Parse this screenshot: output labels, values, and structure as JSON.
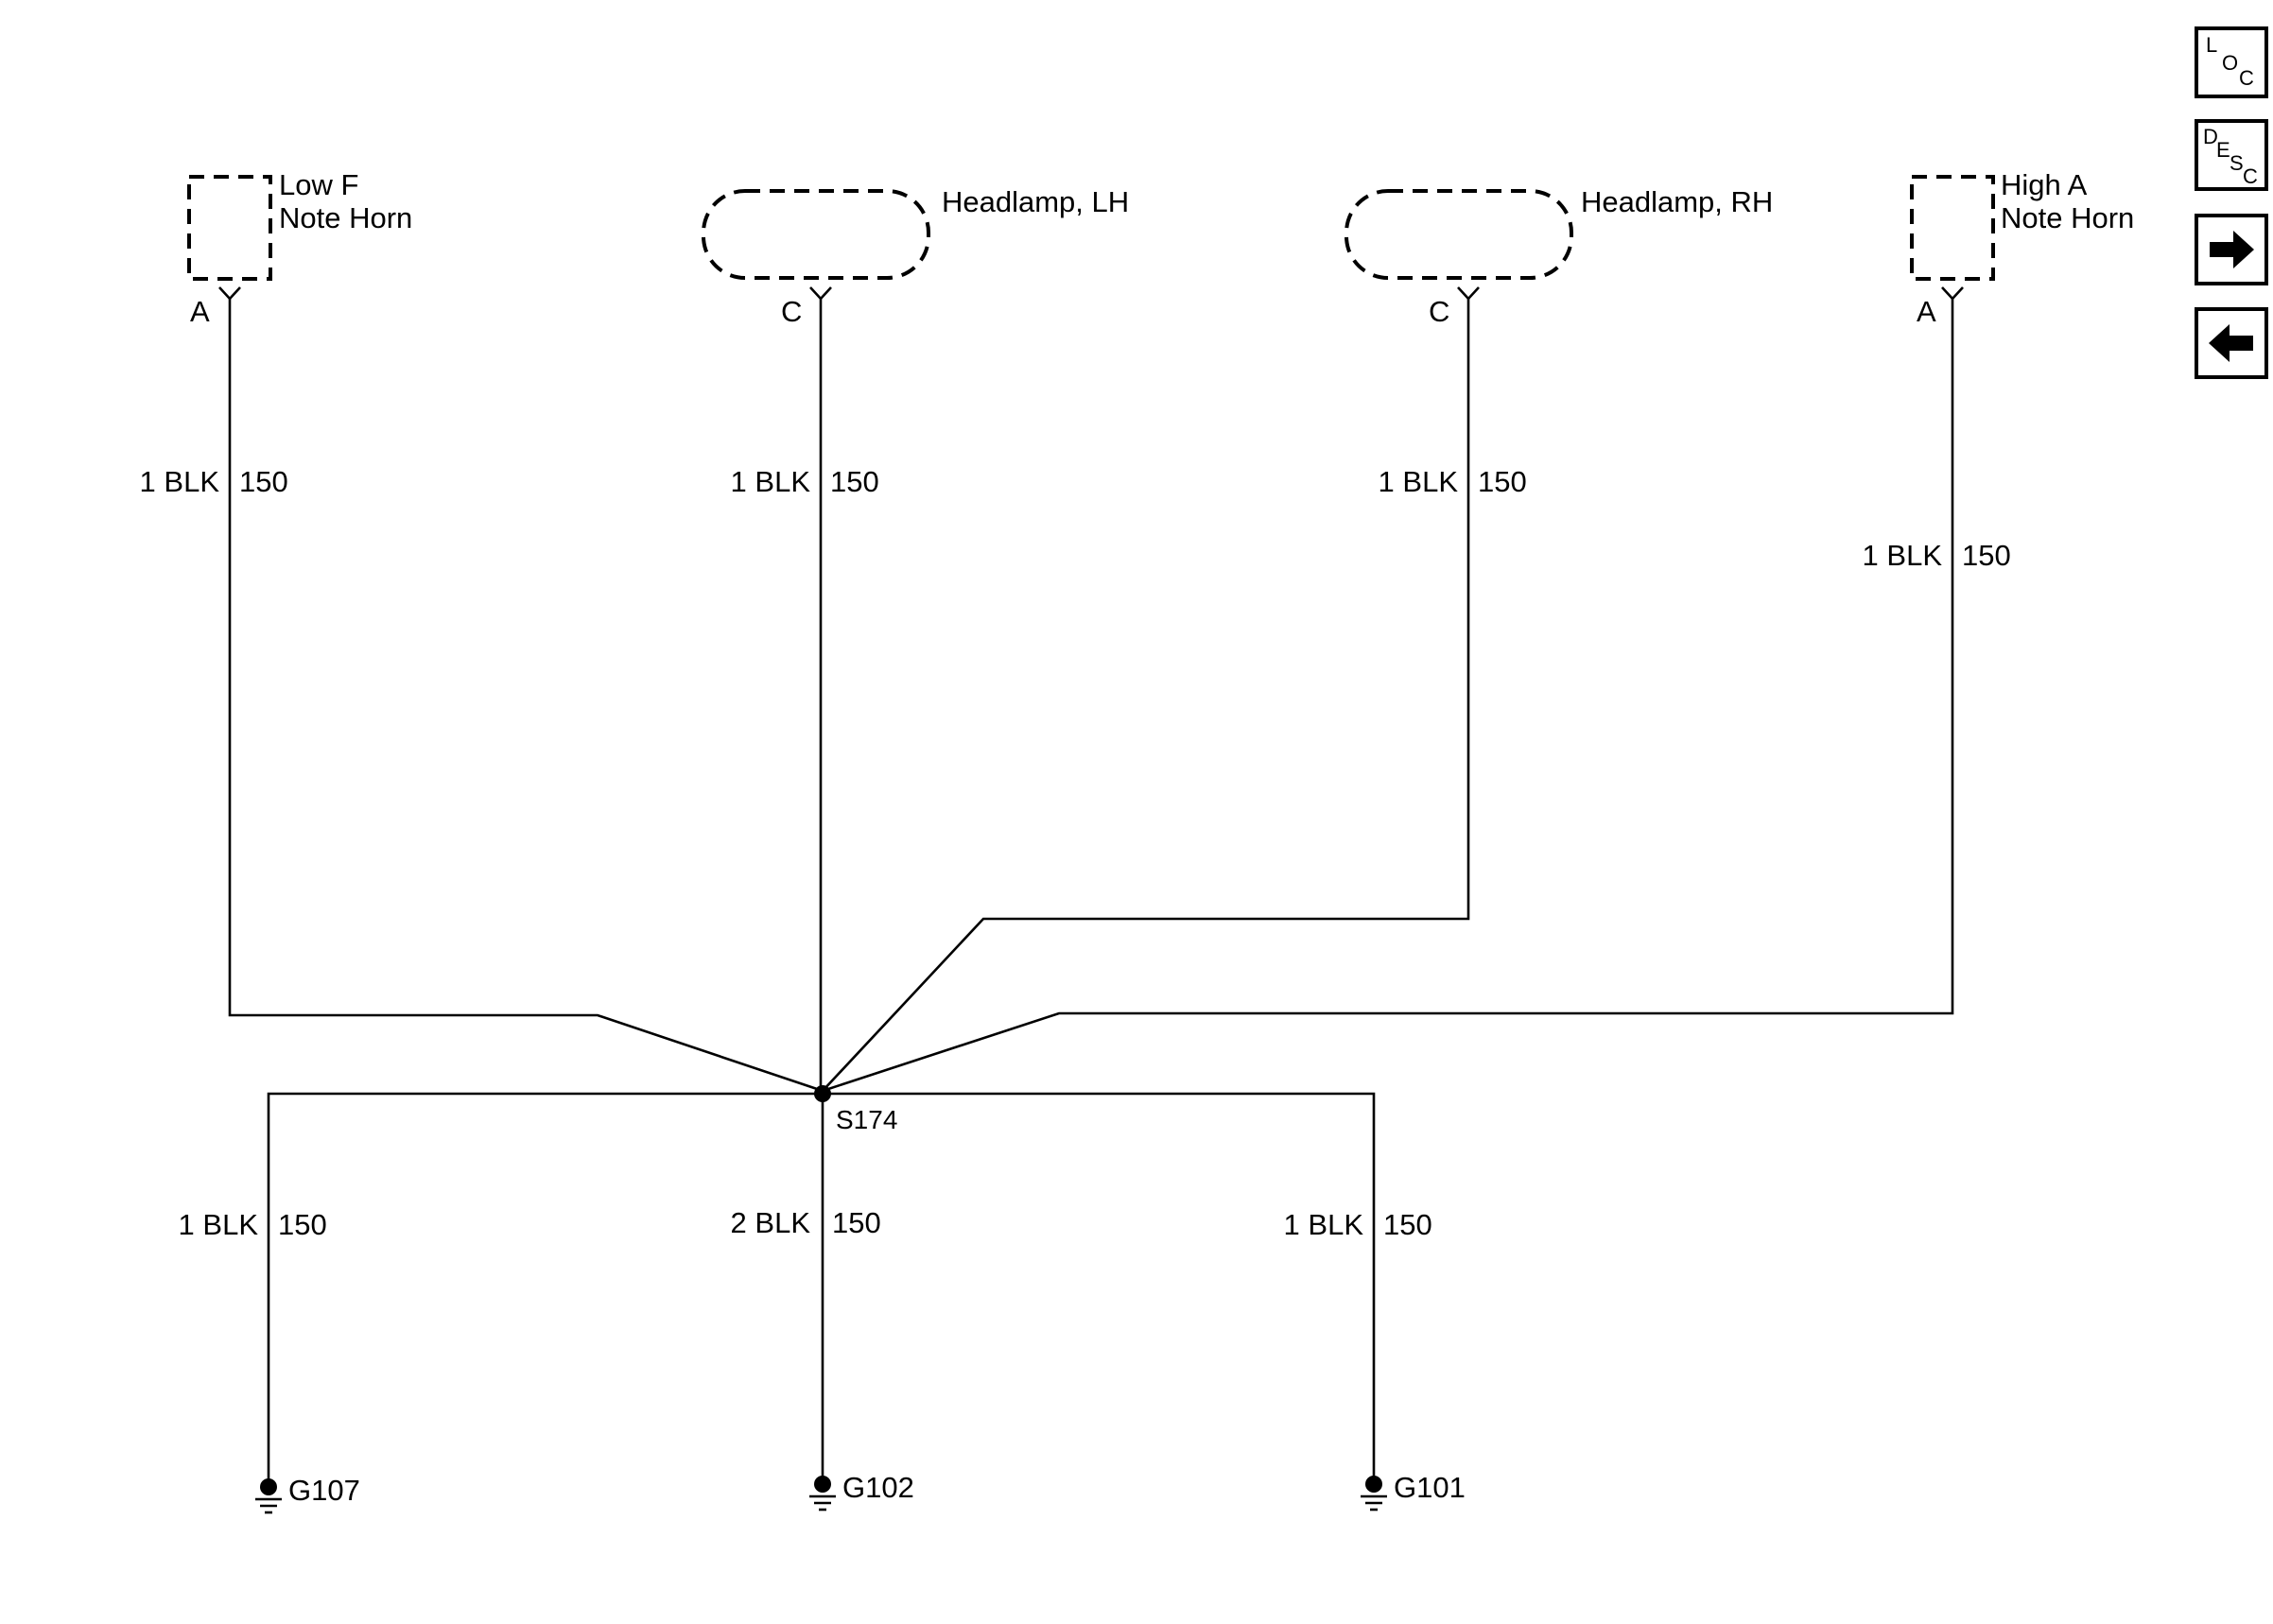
{
  "components": {
    "low_horn": {
      "name_line1": "Low F",
      "name_line2": "Note Horn",
      "pin": "A"
    },
    "headlamp_lh": {
      "name": "Headlamp, LH",
      "pin": "C"
    },
    "headlamp_rh": {
      "name": "Headlamp, RH",
      "pin": "C"
    },
    "high_horn": {
      "name_line1": "High A",
      "name_line2": "Note Horn",
      "pin": "A"
    }
  },
  "wires": {
    "low_horn": {
      "spec": "1 BLK",
      "circuit": "150"
    },
    "headlamp_lh": {
      "spec": "1 BLK",
      "circuit": "150"
    },
    "headlamp_rh": {
      "spec": "1 BLK",
      "circuit": "150"
    },
    "high_horn": {
      "spec": "1 BLK",
      "circuit": "150"
    },
    "g107": {
      "spec": "1 BLK",
      "circuit": "150"
    },
    "g102": {
      "spec": "2 BLK",
      "circuit": "150"
    },
    "g101": {
      "spec": "1 BLK",
      "circuit": "150"
    }
  },
  "splice": {
    "id": "S174"
  },
  "grounds": {
    "g107": "G107",
    "g102": "G102",
    "g101": "G101"
  },
  "nav": {
    "loc": {
      "l1": "L",
      "l2": "O",
      "l3": "C"
    },
    "desc": {
      "l1": "D",
      "l2": "E",
      "l3": "S",
      "l4": "C"
    },
    "next_icon": "arrow-right-icon",
    "prev_icon": "arrow-left-icon"
  }
}
